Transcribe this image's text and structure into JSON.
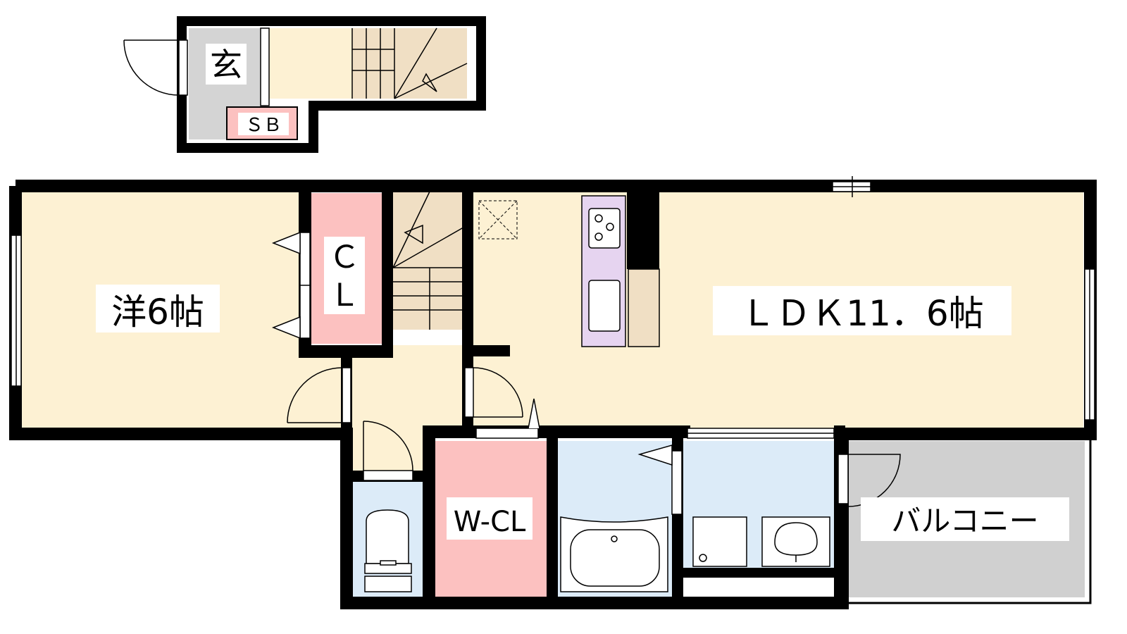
{
  "labels": {
    "genkan": "玄",
    "shoebox": "ＳＢ",
    "western_room": "洋6帖",
    "closet_c": "Ｃ",
    "closet_l": "Ｌ",
    "ldk": "ＬＤＫ11．6帖",
    "walk_in_closet": "W-CL",
    "balcony": "バルコニー"
  },
  "colors": {
    "wall": "#000000",
    "room_beige": "#fdf1d3",
    "stairs_tan": "#f0dfc4",
    "genkan_gray": "#d4d4d4",
    "closet_pink": "#fcc1c0",
    "water_blue": "#dcebf8",
    "kitchen_lavender": "#e6d4f0",
    "balcony_gray": "#d0d0d0"
  }
}
